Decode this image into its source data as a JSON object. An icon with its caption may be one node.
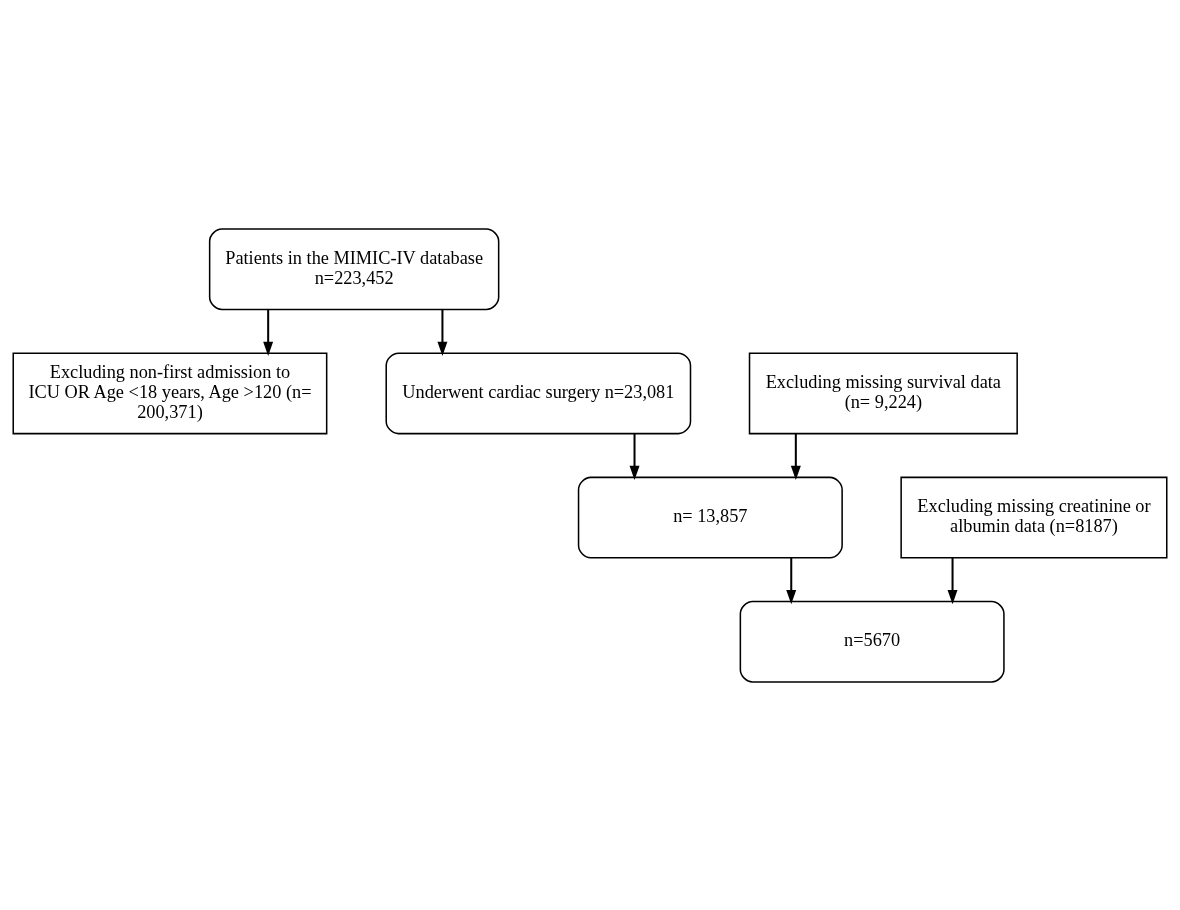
{
  "diagram": {
    "nodes": [
      {
        "text": [
          "Patients in the MIMIC-IV database n=223,452"
        ]
      },
      {
        "text": [
          "Excluding non-first admission to ICU OR Age <18 years, Age >120 (n= 200,371)"
        ]
      },
      {
        "text": [
          "Underwent cardiac surgery n=23,081"
        ]
      },
      {
        "text": [
          "Excluding missing survival data (n= 9,224)"
        ]
      },
      {
        "text": [
          "n= 13,857"
        ]
      },
      {
        "text": [
          "Excluding missing creatinine or albumin data (n=8187)"
        ]
      },
      {
        "text": [
          "n=5670"
        ]
      }
    ],
    "edges": [
      {
        "from": 0,
        "to": 2,
        "arrow": "to"
      },
      {
        "from": 0,
        "to": 1,
        "arrow": "to"
      },
      {
        "from": 2,
        "to": 4,
        "arrow": "to"
      },
      {
        "from": 3,
        "to": 4,
        "arrow": "to"
      },
      {
        "from": 4,
        "to": 6,
        "arrow": "to"
      },
      {
        "from": 5,
        "to": 6,
        "arrow": "to"
      }
    ]
  }
}
